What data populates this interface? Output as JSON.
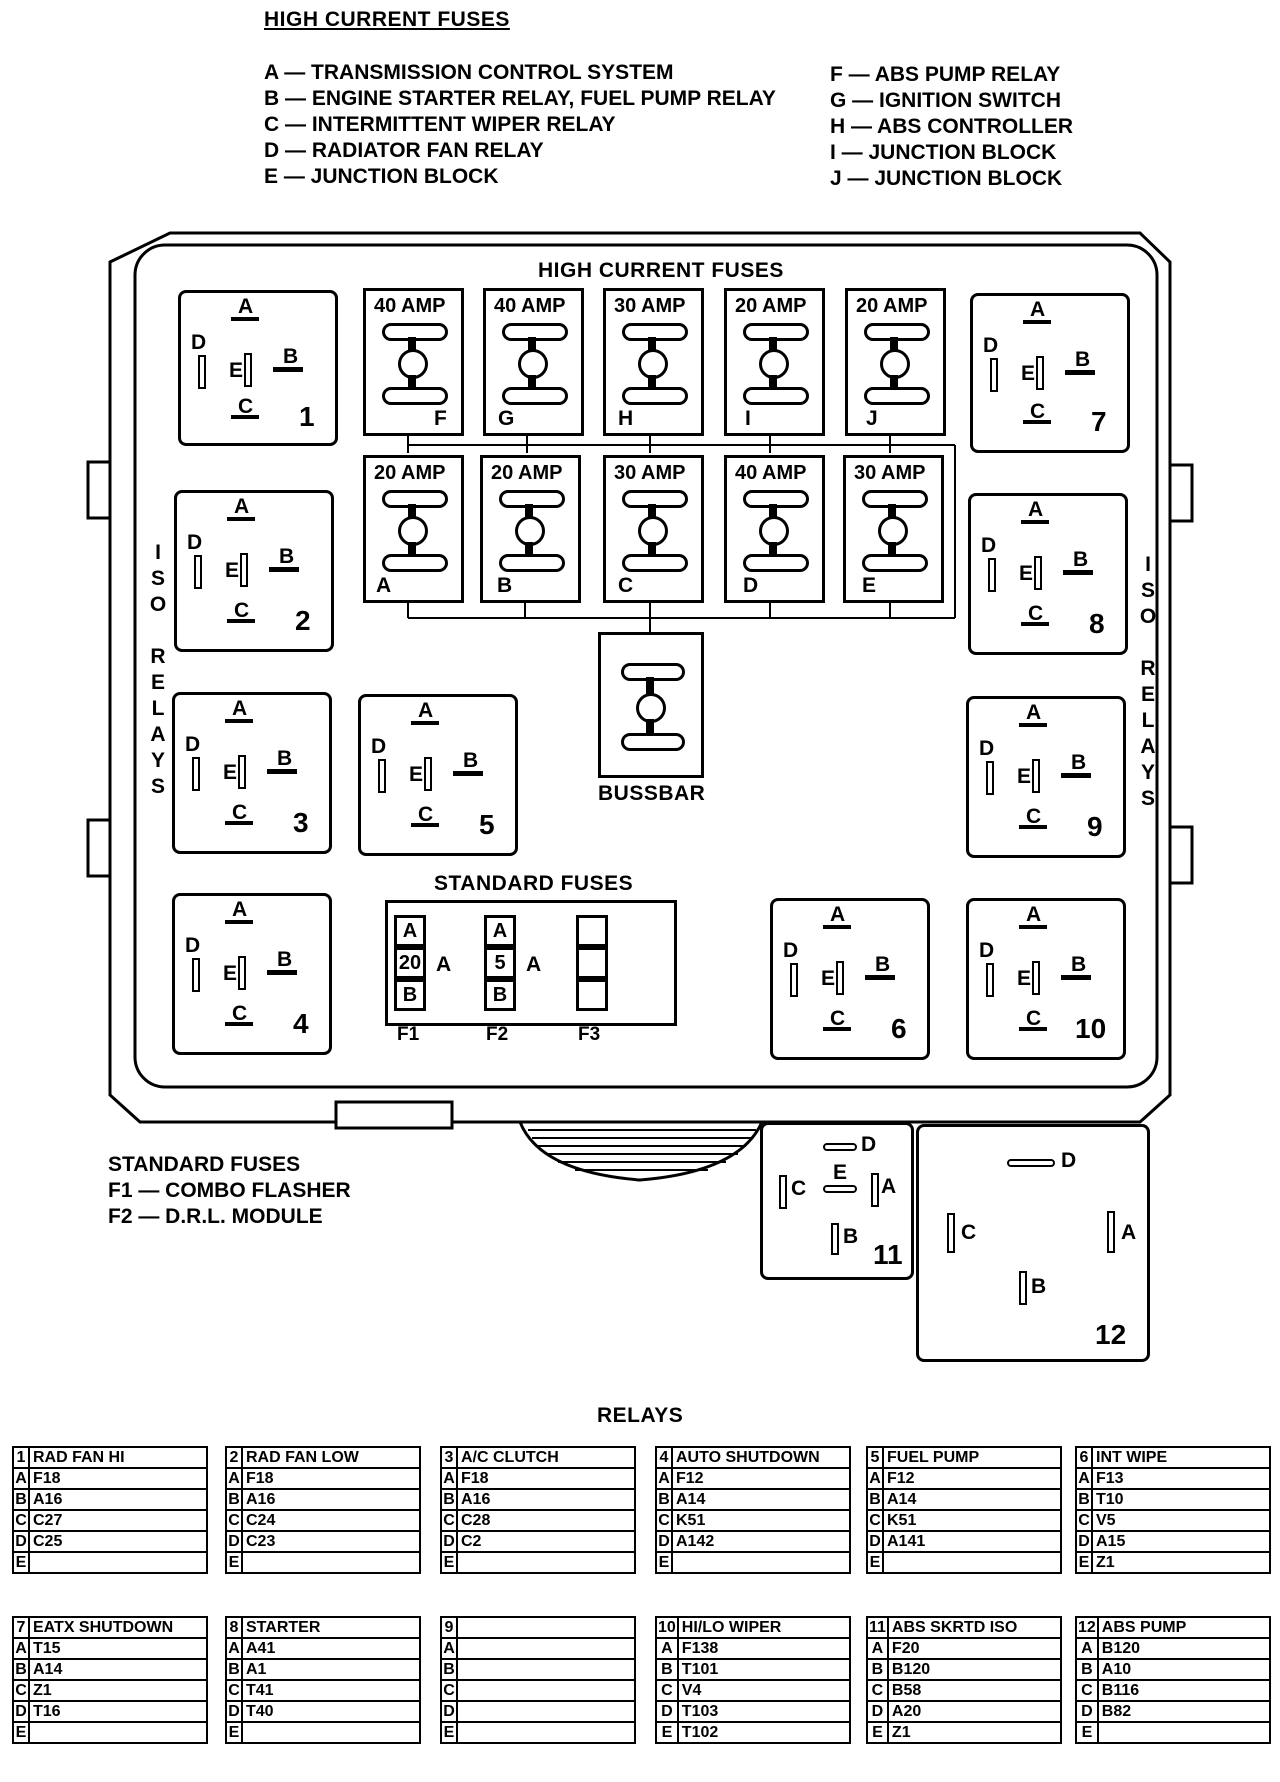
{
  "high_current_title": "HIGH CURRENT FUSES",
  "hc_legend_left": [
    "A — TRANSMISSION CONTROL SYSTEM",
    "B — ENGINE STARTER RELAY, FUEL PUMP RELAY",
    "C — INTERMITTENT WIPER RELAY",
    "D — RADIATOR FAN RELAY",
    "E — JUNCTION BLOCK"
  ],
  "hc_legend_right": [
    "F — ABS PUMP RELAY",
    "G — IGNITION SWITCH",
    "H — ABS CONTROLLER",
    "I — JUNCTION BLOCK",
    "J — JUNCTION BLOCK"
  ],
  "panel_hc_title": "HIGH CURRENT FUSES",
  "fuses_top": [
    {
      "amp": "40 AMP",
      "letter": "F"
    },
    {
      "amp": "40 AMP",
      "letter": "G"
    },
    {
      "amp": "30 AMP",
      "letter": "H"
    },
    {
      "amp": "20 AMP",
      "letter": "I"
    },
    {
      "amp": "20 AMP",
      "letter": "J"
    }
  ],
  "fuses_bottom": [
    {
      "amp": "20 AMP",
      "letter": "A"
    },
    {
      "amp": "20 AMP",
      "letter": "B"
    },
    {
      "amp": "30 AMP",
      "letter": "C"
    },
    {
      "amp": "40 AMP",
      "letter": "D"
    },
    {
      "amp": "30 AMP",
      "letter": "E"
    }
  ],
  "bussbar_label": "BUSSBAR",
  "iso_relays_label": "ISO RELAYS",
  "pins": {
    "a": "A",
    "b": "B",
    "c": "C",
    "d": "D",
    "e": "E"
  },
  "relay_numbers": [
    "1",
    "2",
    "3",
    "4",
    "5",
    "6",
    "7",
    "8",
    "9",
    "10",
    "11",
    "12"
  ],
  "std_title": "STANDARD FUSES",
  "std_fuses": {
    "f1": {
      "top": "A",
      "value": "20",
      "unit": "A",
      "bottom": "B",
      "label": "F1"
    },
    "f2": {
      "top": "A",
      "value": "5",
      "unit": "A",
      "bottom": "B",
      "label": "F2"
    },
    "f3": {
      "label": "F3"
    }
  },
  "std_legend": {
    "title": "STANDARD FUSES",
    "items": [
      "F1 — COMBO FLASHER",
      "F2 — D.R.L. MODULE"
    ]
  },
  "relays_title": "RELAYS",
  "relay_tables": [
    {
      "num": "1",
      "name": "RAD FAN HI",
      "rows": [
        [
          "A",
          "F18"
        ],
        [
          "B",
          "A16"
        ],
        [
          "C",
          "C27"
        ],
        [
          "D",
          "C25"
        ],
        [
          "E",
          ""
        ]
      ]
    },
    {
      "num": "2",
      "name": "RAD FAN LOW",
      "rows": [
        [
          "A",
          "F18"
        ],
        [
          "B",
          "A16"
        ],
        [
          "C",
          "C24"
        ],
        [
          "D",
          "C23"
        ],
        [
          "E",
          ""
        ]
      ]
    },
    {
      "num": "3",
      "name": "A/C CLUTCH",
      "rows": [
        [
          "A",
          "F18"
        ],
        [
          "B",
          "A16"
        ],
        [
          "C",
          "C28"
        ],
        [
          "D",
          "C2"
        ],
        [
          "E",
          ""
        ]
      ]
    },
    {
      "num": "4",
      "name": "AUTO SHUTDOWN",
      "rows": [
        [
          "A",
          "F12"
        ],
        [
          "B",
          "A14"
        ],
        [
          "C",
          "K51"
        ],
        [
          "D",
          "A142"
        ],
        [
          "E",
          ""
        ]
      ]
    },
    {
      "num": "5",
      "name": "FUEL PUMP",
      "rows": [
        [
          "A",
          "F12"
        ],
        [
          "B",
          "A14"
        ],
        [
          "C",
          "K51"
        ],
        [
          "D",
          "A141"
        ],
        [
          "E",
          ""
        ]
      ]
    },
    {
      "num": "6",
      "name": "INT WIPE",
      "rows": [
        [
          "A",
          "F13"
        ],
        [
          "B",
          "T10"
        ],
        [
          "C",
          "V5"
        ],
        [
          "D",
          "A15"
        ],
        [
          "E",
          "Z1"
        ]
      ]
    },
    {
      "num": "7",
      "name": "EATX SHUTDOWN",
      "rows": [
        [
          "A",
          "T15"
        ],
        [
          "B",
          "A14"
        ],
        [
          "C",
          "Z1"
        ],
        [
          "D",
          "T16"
        ],
        [
          "E",
          ""
        ]
      ]
    },
    {
      "num": "8",
      "name": "STARTER",
      "rows": [
        [
          "A",
          "A41"
        ],
        [
          "B",
          "A1"
        ],
        [
          "C",
          "T41"
        ],
        [
          "D",
          "T40"
        ],
        [
          "E",
          ""
        ]
      ]
    },
    {
      "num": "9",
      "name": "",
      "rows": [
        [
          "A",
          ""
        ],
        [
          "B",
          ""
        ],
        [
          "C",
          ""
        ],
        [
          "D",
          ""
        ],
        [
          "E",
          ""
        ]
      ]
    },
    {
      "num": "10",
      "name": "HI/LO WIPER",
      "rows": [
        [
          "A",
          "F138"
        ],
        [
          "B",
          "T101"
        ],
        [
          "C",
          "V4"
        ],
        [
          "D",
          "T103"
        ],
        [
          "E",
          "T102"
        ]
      ]
    },
    {
      "num": "11",
      "name": "ABS SKRTD ISO",
      "rows": [
        [
          "A",
          "F20"
        ],
        [
          "B",
          "B120"
        ],
        [
          "C",
          "B58"
        ],
        [
          "D",
          "A20"
        ],
        [
          "E",
          "Z1"
        ]
      ]
    },
    {
      "num": "12",
      "name": "ABS PUMP",
      "rows": [
        [
          "A",
          "B120"
        ],
        [
          "B",
          "A10"
        ],
        [
          "C",
          "B116"
        ],
        [
          "D",
          "B82"
        ],
        [
          "E",
          ""
        ]
      ]
    }
  ]
}
